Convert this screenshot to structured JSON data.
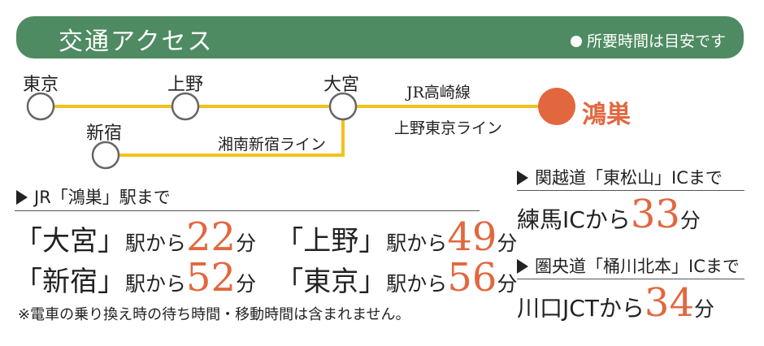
{
  "header": {
    "title": "交通アクセス",
    "note": "所要時間は目安です"
  },
  "route": {
    "stations": {
      "tokyo": "東京",
      "ueno": "上野",
      "omiya": "大宮",
      "shinjuku": "新宿",
      "konosu": "鴻巣"
    },
    "lines": {
      "takasaki": "JR高崎線",
      "ueno_tokyo": "上野東京ライン",
      "shonan_shinjuku": "湘南新宿ライン"
    },
    "colors": {
      "line": "#f2c21b",
      "destination": "#e2673f",
      "header": "#4e8b62"
    }
  },
  "train": {
    "heading": "JR「鴻巣」駅まで",
    "items": [
      {
        "station": "「大宮」",
        "suffix": "駅から",
        "minutes": "22",
        "unit": "分"
      },
      {
        "station": "「上野」",
        "suffix": "駅から",
        "minutes": "49",
        "unit": "分"
      },
      {
        "station": "「新宿」",
        "suffix": "駅から",
        "minutes": "52",
        "unit": "分"
      },
      {
        "station": "「東京」",
        "suffix": "駅から",
        "minutes": "56",
        "unit": "分"
      }
    ],
    "note": "※電車の乗り換え時の待ち時間・移動時間は含まれません。"
  },
  "car": [
    {
      "heading": "関越道「東松山」ICまで",
      "origin": "練馬ICから",
      "minutes": "33",
      "unit": "分"
    },
    {
      "heading": "圏央道「桶川北本」ICまで",
      "origin": "川口JCTから",
      "minutes": "34",
      "unit": "分"
    }
  ]
}
